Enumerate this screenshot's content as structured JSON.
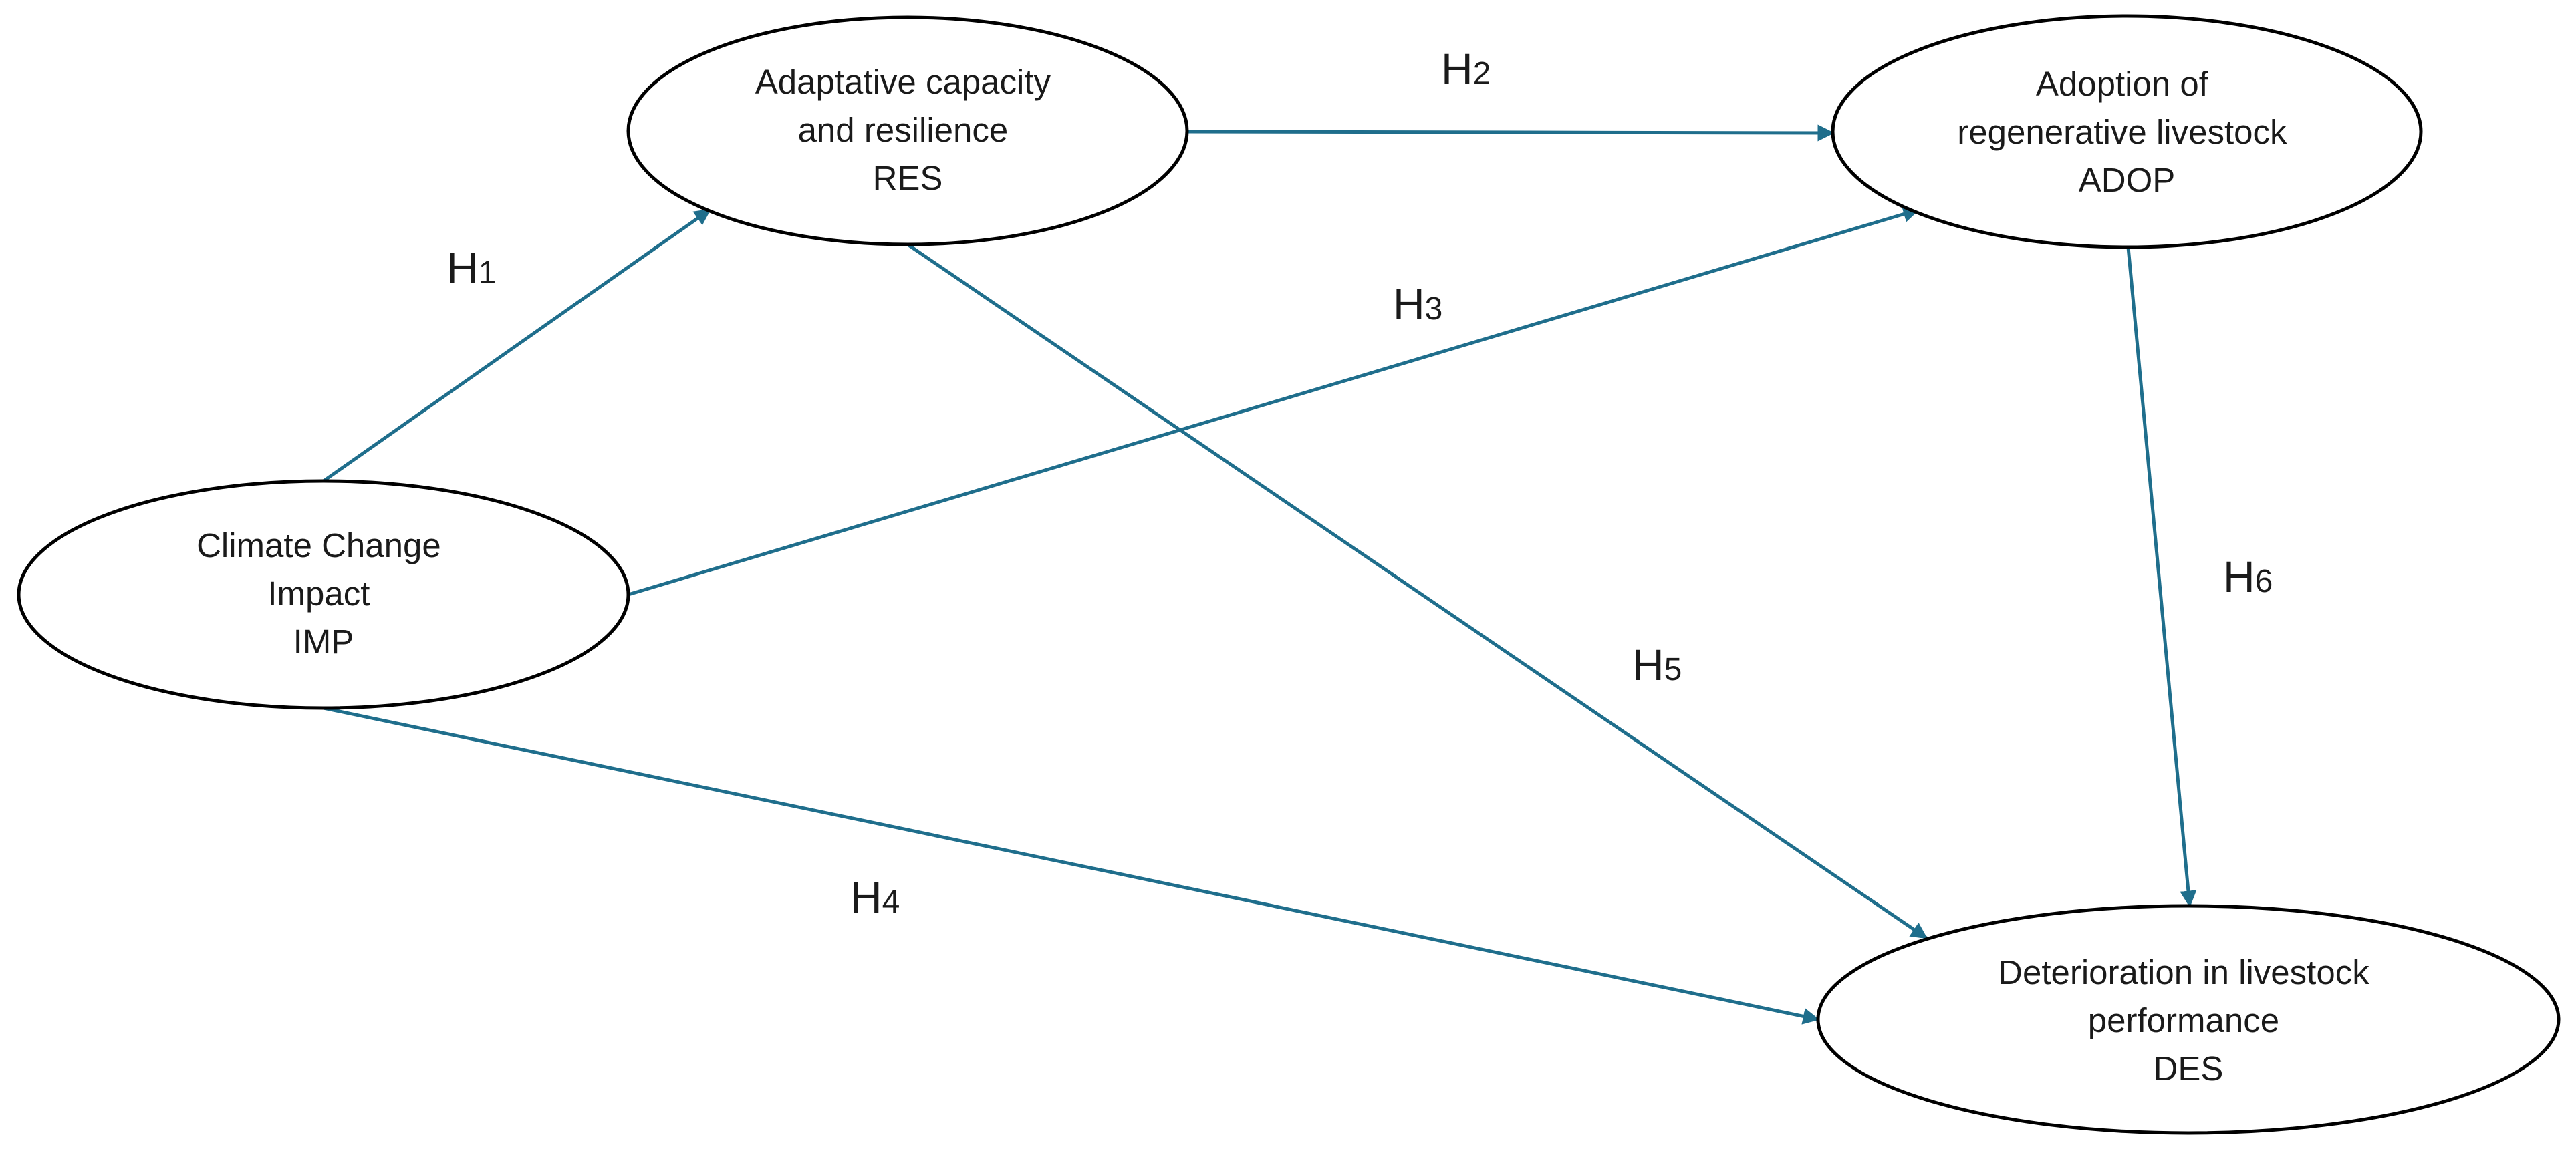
{
  "colors": {
    "edge": "#1f6e8c",
    "node_stroke": "#000000",
    "text": "#1a1a1a"
  },
  "nodes": {
    "imp": {
      "lines": [
        "Climate Change",
        "Impact",
        "IMP"
      ]
    },
    "res": {
      "lines": [
        "Adaptative capacity",
        "and resilience",
        "RES"
      ]
    },
    "adop": {
      "lines": [
        "Adoption of",
        "regenerative livestock",
        "ADOP"
      ]
    },
    "des": {
      "lines": [
        "Deterioration in livestock",
        "performance",
        "DES"
      ]
    }
  },
  "hypotheses": {
    "h1": {
      "letter": "H",
      "number": "1"
    },
    "h2": {
      "letter": "H",
      "number": "2"
    },
    "h3": {
      "letter": "H",
      "number": "3"
    },
    "h4": {
      "letter": "H",
      "number": "4"
    },
    "h5": {
      "letter": "H",
      "number": "5"
    },
    "h6": {
      "letter": "H",
      "number": "6"
    }
  }
}
